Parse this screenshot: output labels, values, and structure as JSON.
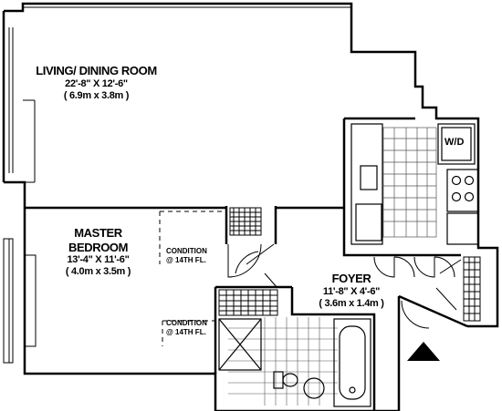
{
  "rooms": {
    "living": {
      "name": "LIVING/ DINING ROOM",
      "dim_imperial": "22'-8\" X 12'-6\"",
      "dim_metric": "( 6.9m x 3.8m )"
    },
    "bedroom": {
      "name_line1": "MASTER",
      "name_line2": "BEDROOM",
      "dim_imperial": "13'-4\" X 11'-6\"",
      "dim_metric": "( 4.0m x 3.5m )"
    },
    "foyer": {
      "name": "FOYER",
      "dim_imperial": "11'-8\" X 4'-6\"",
      "dim_metric": "( 3.6m x 1.4m )"
    }
  },
  "notes": {
    "condition_1_line1": "CONDITION",
    "condition_1_line2": "@ 14TH FL.",
    "condition_2_line1": "CONDITION",
    "condition_2_line2": "@ 14TH FL."
  },
  "appliances": {
    "washer_dryer": "W/D"
  },
  "colors": {
    "wall": "#000000",
    "background": "#ffffff",
    "tile": "#555555"
  },
  "icons": {
    "north_arrow": "triangle-icon"
  }
}
